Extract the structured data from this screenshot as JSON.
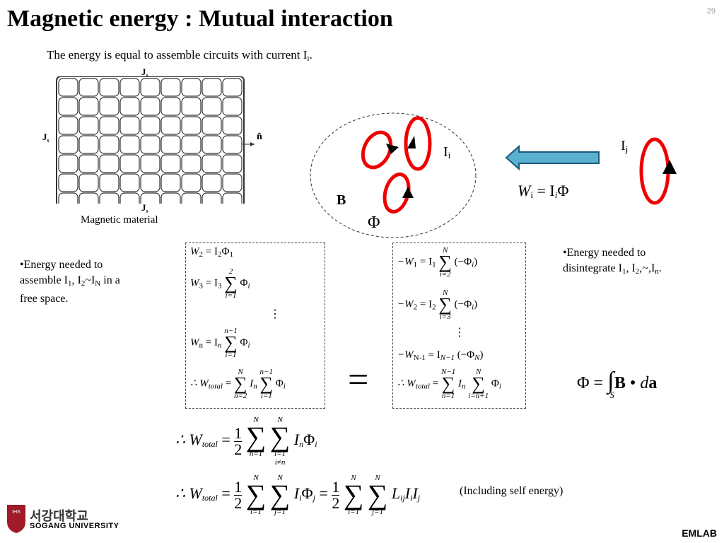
{
  "slide": {
    "title": "Magnetic energy : Mutual interaction",
    "page_number": "29",
    "subtitle_text": "The energy is equal to assemble circuits with current I",
    "subtitle_sub": "i",
    "subtitle_end": ".",
    "footer_label": "EMLAB"
  },
  "figure": {
    "top_label": "J",
    "top_label_sub": "s",
    "left_label": "J",
    "left_label_sub": "s",
    "bottom_label": "J",
    "bottom_label_sub": "s",
    "normal_label": "n̂",
    "caption": "Magnetic material"
  },
  "diagram": {
    "label_Ii": "I",
    "label_Ii_sub": "i",
    "label_B": "B",
    "label_Phi": "Φ",
    "label_Ij": "I",
    "label_Ij_sub": "j",
    "eq_W": "W",
    "eq_W_sub": "i",
    "eq_rest": "= I",
    "eq_rest_sub": "i",
    "eq_Phi": "Φ"
  },
  "notes": {
    "left_1": "•Energy needed to",
    "left_2a": "assemble I",
    "left_2b": "1",
    "left_2c": ", I",
    "left_2d": "2",
    "left_2e": "~I",
    "left_2f": "N",
    "left_2g": " in a",
    "left_3": "free space.",
    "right_1": "•Energy needed to",
    "right_2a": "disintegrate I",
    "right_2b": "1",
    "right_2c": ", I",
    "right_2d": "2",
    "right_2e": ",~,I",
    "right_2f": "n",
    "right_2g": ".",
    "self_energy": "(Including self energy)"
  },
  "left_box": {
    "r1": "W",
    "r1s": "2",
    "r1b": " = I",
    "r1bs": "2",
    "r1c": "Φ",
    "r1cs": "1",
    "r2": "W",
    "r2s": "3",
    "r2b": " = I",
    "r2bs": "3",
    "r2top": "2",
    "r2bot": "i=1",
    "r2c": "Φ",
    "r2cs": "i",
    "dots": "⋮",
    "r3": "W",
    "r3s": "n",
    "r3b": " = I",
    "r3bs": "n",
    "r3top": "n−1",
    "r3bot": "i=1",
    "r3c": "Φ",
    "r3cs": "i",
    "r4": "∴ W",
    "r4s": "total",
    "r4b": " = ",
    "r4top1": "N",
    "r4bot1": "n=2",
    "r4c": "I",
    "r4cs": "n",
    "r4top2": "n−1",
    "r4bot2": "i=1",
    "r4d": "Φ",
    "r4ds": "i"
  },
  "right_box": {
    "r1": "−W",
    "r1s": "1",
    "r1b": " = I",
    "r1bs": "1",
    "r1top": "N",
    "r1bot": "i=2",
    "r1c": "(−Φ",
    "r1cs": "i",
    "r1d": ")",
    "r2": "−W",
    "r2s": "2",
    "r2b": " = I",
    "r2bs": "2",
    "r2top": "N",
    "r2bot": "i=3",
    "r2c": "(−Φ",
    "r2cs": "i",
    "r2d": ")",
    "dots": "⋮",
    "r3": "−W",
    "r3s": "N-1",
    "r3b": " = I",
    "r3bs": "N−1",
    "r3c": "(−Φ",
    "r3cs": "N",
    "r3d": ")",
    "r4": "∴ W",
    "r4s": "total",
    "r4b": " = ",
    "r4top1": "N−1",
    "r4bot1": "n=1",
    "r4c": "I",
    "r4cs": "n",
    "r4top2": "N",
    "r4bot2": "i=n+1",
    "r4d": "Φ",
    "r4ds": "i"
  },
  "equals_sign": "=",
  "flux_eq": {
    "lhs": "Φ = ",
    "int": "∫",
    "sub": "S",
    "rhs_B": "B",
    "dot": " • ",
    "rhs_d": "d",
    "rhs_a": "a"
  },
  "total1": {
    "lhs": "∴ W",
    "lhs_sub": "total",
    "eq": " = ",
    "num": "1",
    "den": "2",
    "s1top": "N",
    "s1bot": "n=1",
    "s2top": "N",
    "s2bot": "i=1",
    "s2bot2": "i≠n",
    "rhs": "I",
    "rhs_sub": "n",
    "rhs2": "Φ",
    "rhs2_sub": "i"
  },
  "total2": {
    "lhs": "∴ W",
    "lhs_sub": "total",
    "eq": " = ",
    "num": "1",
    "den": "2",
    "s1top": "N",
    "s1bot": "i=1",
    "s2top": "N",
    "s2bot": "j=1",
    "mid": "I",
    "mid_sub": "i",
    "mid2": "Φ",
    "mid2_sub": "j",
    "eq2": " = ",
    "num2": "1",
    "den2": "2",
    "s3top": "N",
    "s3bot": "i=1",
    "s4top": "N",
    "s4bot": "j=1",
    "end": "L",
    "end_sub": "ij",
    "end2": "I",
    "end2_sub": "i",
    "end3": "I",
    "end3_sub": "j"
  },
  "logo": {
    "korean": "서강대학교",
    "english": "SOGANG UNIVERSITY"
  },
  "colors": {
    "loop": "#e00000",
    "arrow_fill": "#5ab0d0",
    "arrow_stroke": "#1a5a7a"
  }
}
